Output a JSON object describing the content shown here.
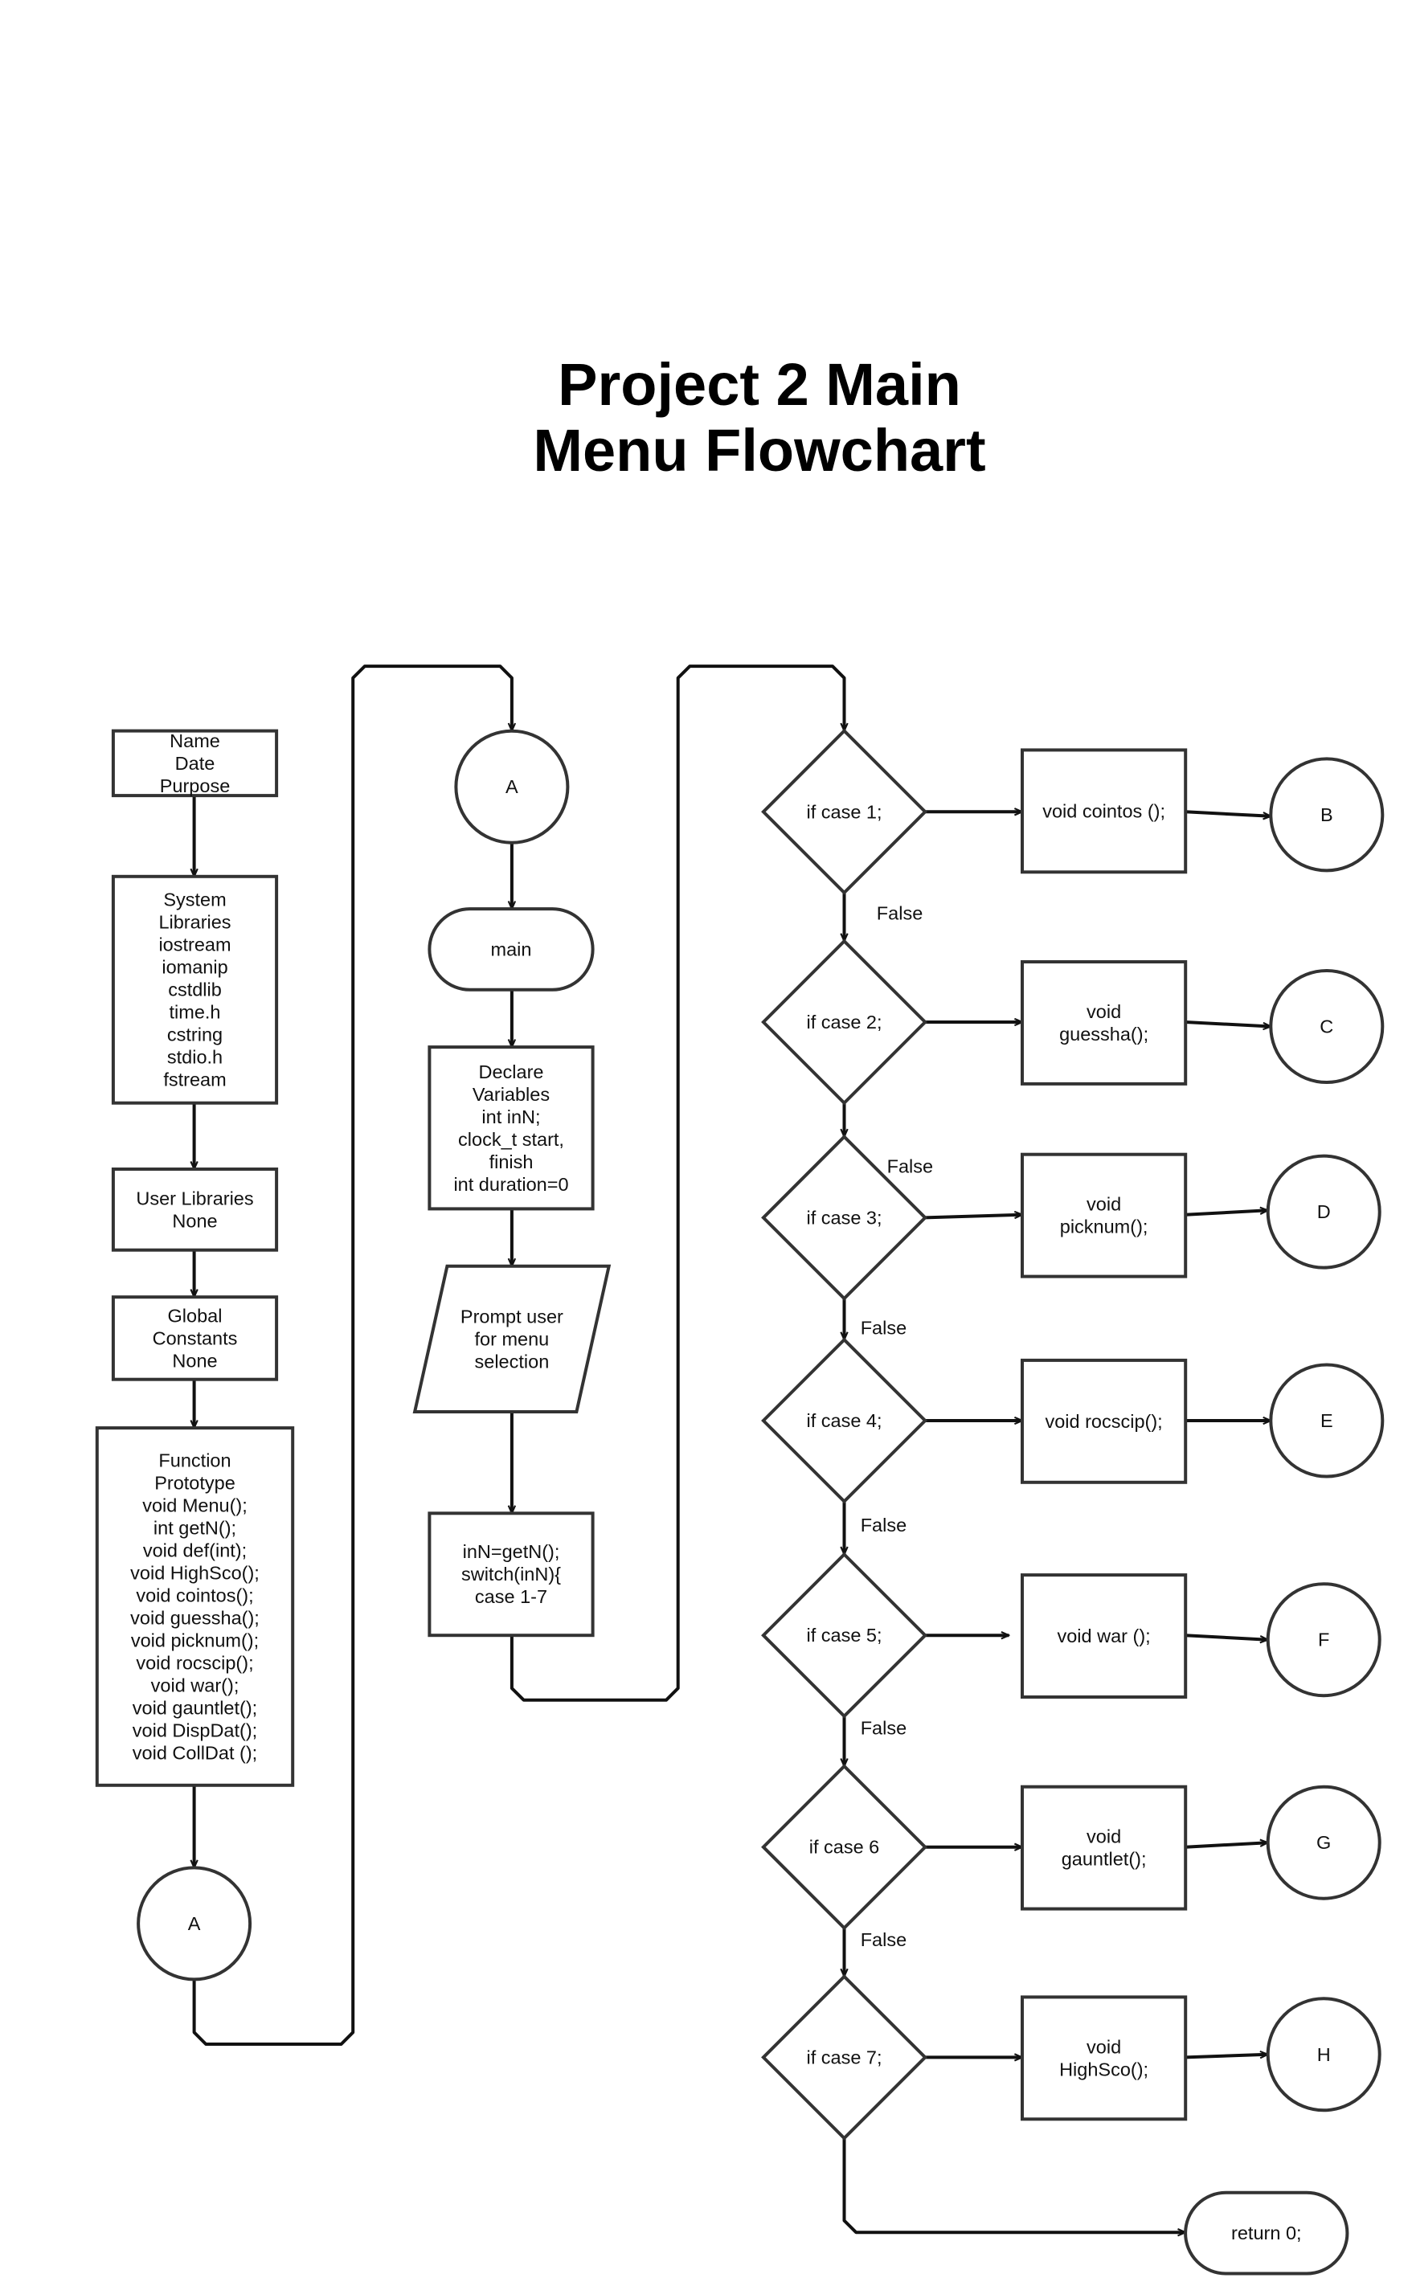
{
  "title": {
    "line1": "Project 2 Main",
    "line2": "Menu Flowchart"
  },
  "colors": {
    "line": "#111111",
    "stroke": "#333333",
    "fill": "#ffffff"
  },
  "nodes": {
    "header": [
      "Name",
      "Date",
      "Purpose"
    ],
    "sys_libs": [
      "System",
      "Libraries",
      "iostream",
      "iomanip",
      "cstdlib",
      "time.h",
      "cstring",
      "stdio.h",
      "fstream"
    ],
    "user_libs": [
      "User Libraries",
      "None"
    ],
    "global_consts": [
      "Global",
      "Constants",
      "None"
    ],
    "prototypes": [
      "Function",
      "Prototype",
      "void Menu();",
      "int getN();",
      "void def(int);",
      "void HighSco();",
      "void cointos();",
      "void guessha();",
      "void picknum();",
      "void rocscip();",
      "void war();",
      "void gauntlet();",
      "void DispDat();",
      "void CollDat ();"
    ],
    "connector_a1": [
      "A"
    ],
    "connector_a2": [
      "A"
    ],
    "main": [
      "main"
    ],
    "declare": [
      "Declare",
      "Variables",
      "int inN;",
      "clock_t start,",
      "finish",
      "int duration=0"
    ],
    "prompt": [
      "Prompt user",
      "for menu",
      "selection"
    ],
    "getn": [
      "inN=getN();",
      "switch(inN){",
      "case 1-7"
    ],
    "if1": [
      "if case 1;"
    ],
    "if2": [
      "if case 2;"
    ],
    "if3": [
      "if case 3;"
    ],
    "if4": [
      "if case 4;"
    ],
    "if5": [
      "if case 5;"
    ],
    "if6": [
      "if case 6"
    ],
    "if7": [
      "if case 7;"
    ],
    "f1": [
      "void cointos ();"
    ],
    "f2": [
      "void",
      "guessha();"
    ],
    "f3": [
      "void",
      "picknum();"
    ],
    "f4": [
      "void rocscip();"
    ],
    "f5": [
      "void war ();"
    ],
    "f6": [
      "void",
      "gauntlet();"
    ],
    "f7": [
      "void",
      "HighSco();"
    ],
    "cB": [
      "B"
    ],
    "cC": [
      "C"
    ],
    "cD": [
      "D"
    ],
    "cE": [
      "E"
    ],
    "cF": [
      "F"
    ],
    "cG": [
      "G"
    ],
    "cH": [
      "H"
    ],
    "ret": [
      "return 0;"
    ]
  },
  "edge_labels": {
    "false_1": "False",
    "false_2": "False",
    "false_3": "False",
    "false_4": "False",
    "false_5": "False",
    "false_6": "False"
  }
}
